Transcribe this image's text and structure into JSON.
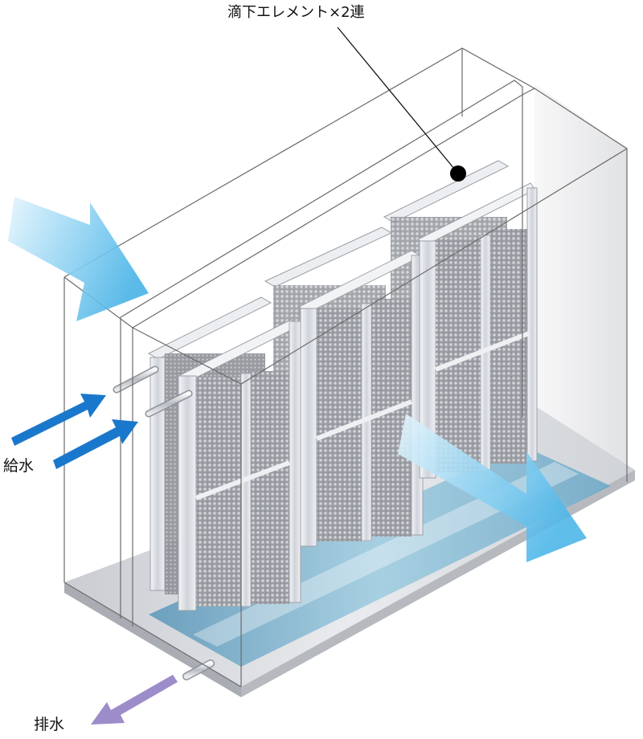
{
  "labels": {
    "element_callout": "滴下エレメント×2連",
    "water_supply": "給水",
    "water_drain": "排水"
  },
  "colors": {
    "supply_arrow": "#1a78cc",
    "drain_arrow": "#9c8cc9",
    "airflow": "#5cbcec",
    "frame": "#6b6b6b",
    "water_tray": "#3f8fb8"
  }
}
